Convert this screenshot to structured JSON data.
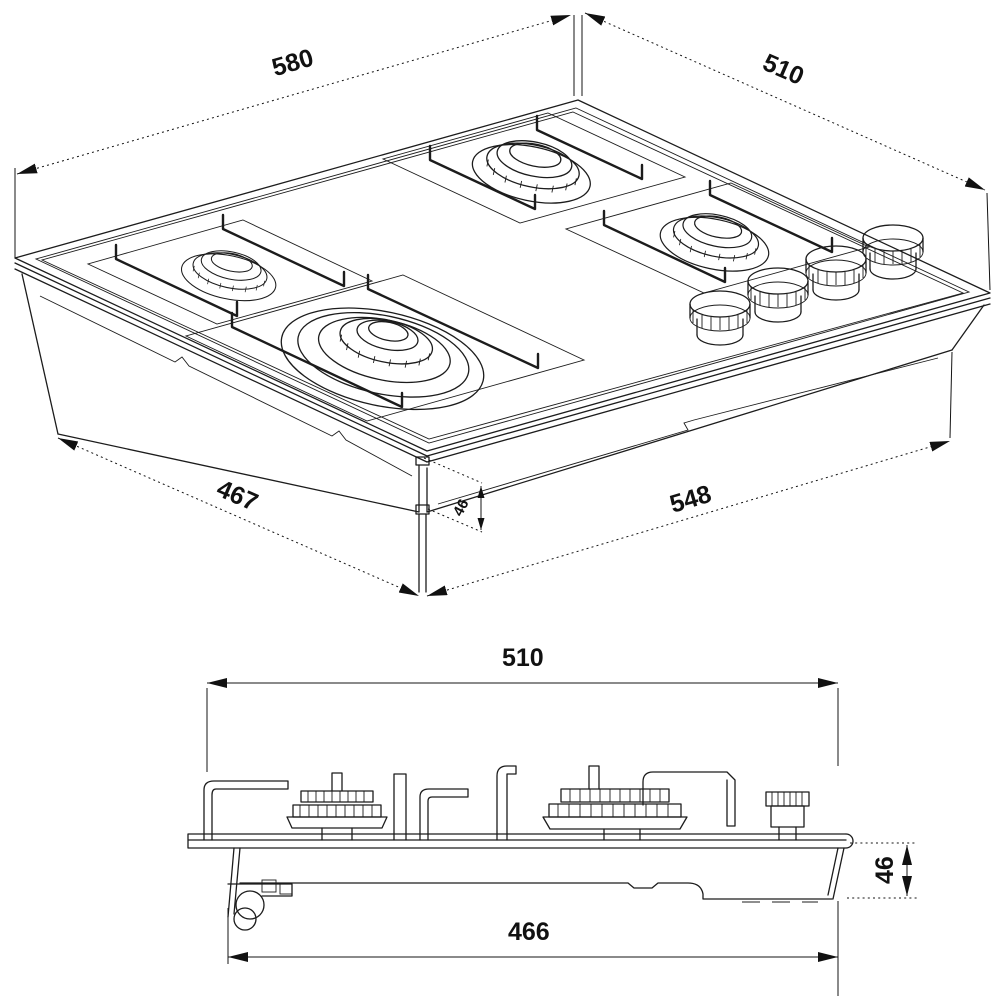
{
  "drawing": {
    "subject": "4-burner gas hob technical dimension drawing",
    "line_color": "#1c1c1c",
    "background": "#ffffff",
    "isometric_view": {
      "burner_count": 4,
      "knob_count": 4,
      "dims": {
        "top_width": {
          "value": "580"
        },
        "top_depth": {
          "value": "510"
        },
        "bottom_depth": {
          "value": "467"
        },
        "bottom_width": {
          "value": "548"
        },
        "body_height": {
          "value": "46"
        }
      }
    },
    "side_view": {
      "dims": {
        "overall_depth": {
          "value": "510"
        },
        "body_height": {
          "value": "46"
        },
        "cutout_depth": {
          "value": "466"
        }
      }
    }
  }
}
